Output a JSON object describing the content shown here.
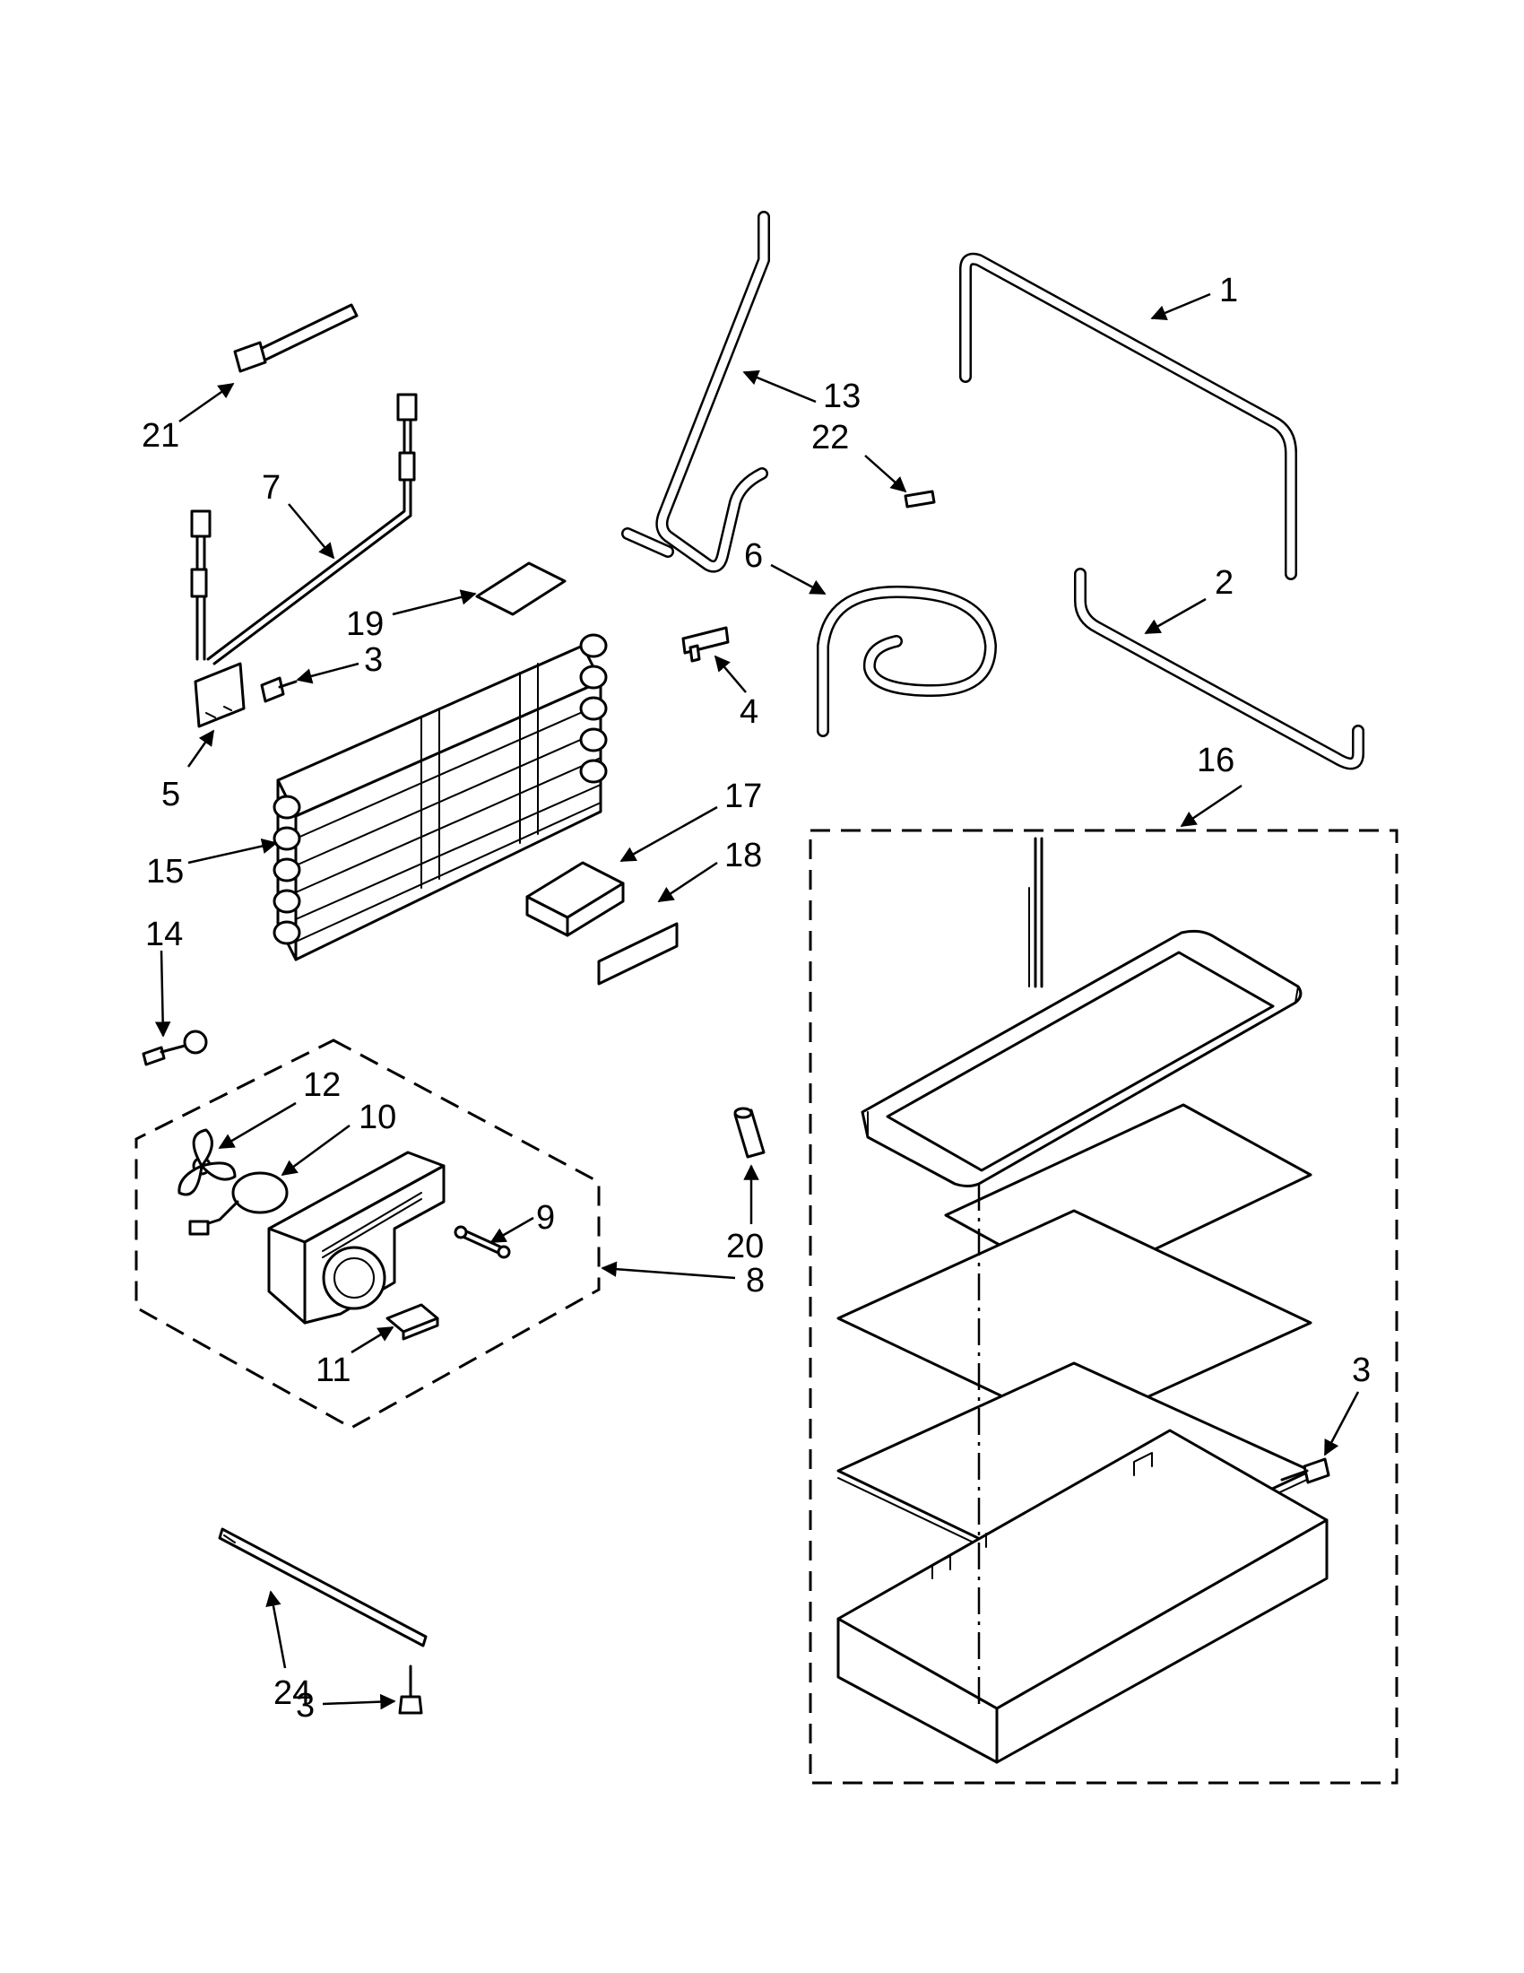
{
  "callouts": {
    "c1": "1",
    "c2": "2",
    "c3a": "3",
    "c3b": "3",
    "c3c": "3",
    "c4": "4",
    "c5": "5",
    "c6": "6",
    "c7": "7",
    "c8": "8",
    "c9": "9",
    "c10": "10",
    "c11": "11",
    "c12": "12",
    "c13": "13",
    "c14": "14",
    "c15": "15",
    "c16": "16",
    "c17": "17",
    "c18": "18",
    "c19": "19",
    "c20": "20",
    "c21": "21",
    "c22": "22",
    "c24": "24"
  }
}
